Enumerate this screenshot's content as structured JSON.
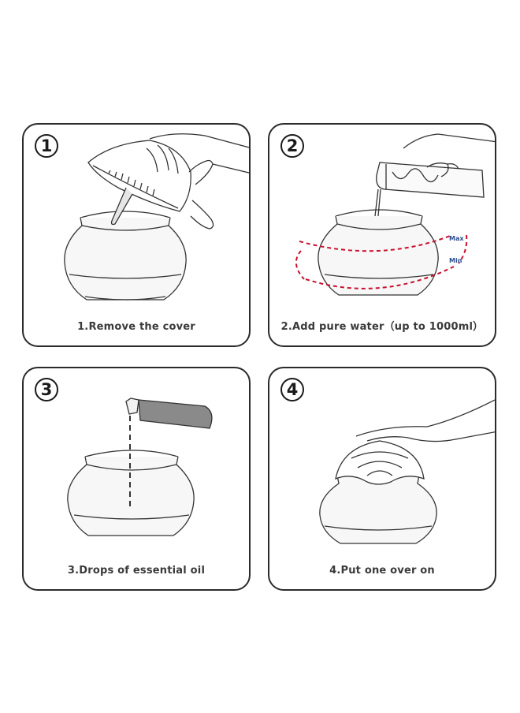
{
  "steps": [
    {
      "number": "1",
      "caption": "1.Remove the cover"
    },
    {
      "number": "2",
      "caption": "2.Add pure water（up to 1000ml）"
    },
    {
      "number": "3",
      "caption": "3.Drops of essential oil"
    },
    {
      "number": "4",
      "caption": "4.Put one over on"
    }
  ],
  "water_levels": {
    "max_label": "Max",
    "min_label": "Min"
  },
  "colors": {
    "outline": "#2b2b2b",
    "water_level": "#c8102e",
    "level_text": "#2a4d8f"
  }
}
